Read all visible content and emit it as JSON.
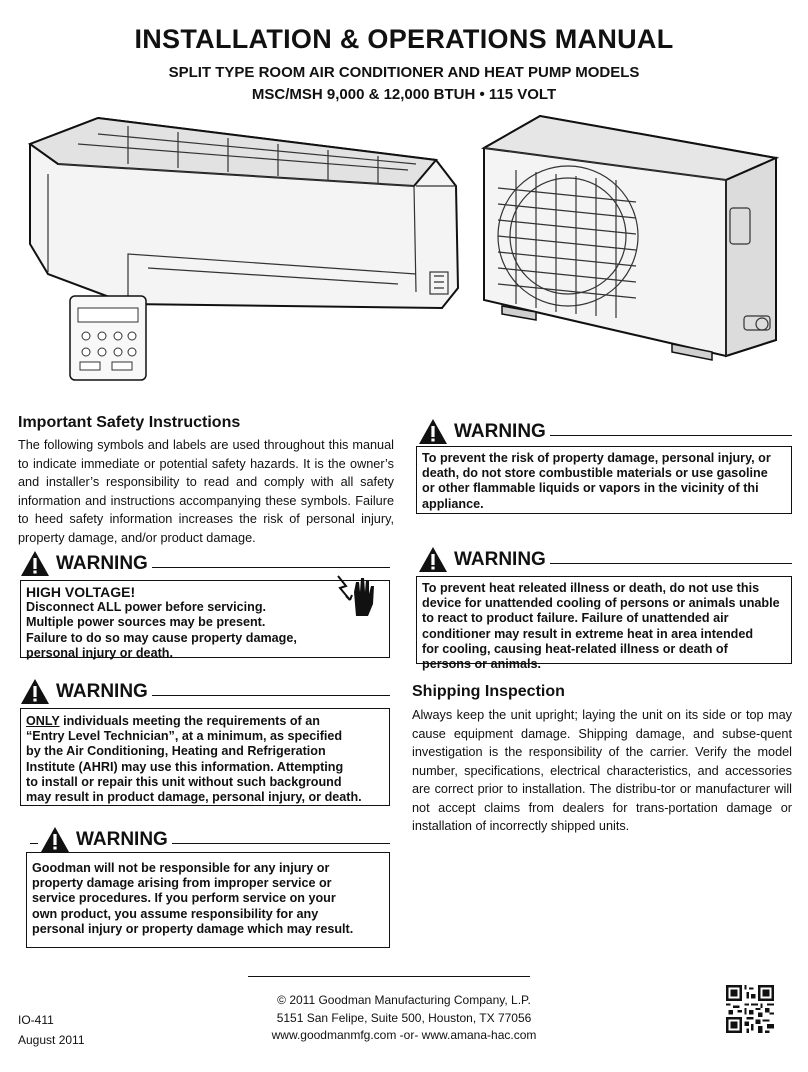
{
  "header": {
    "title": "INSTALLATION & OPERATIONS MANUAL",
    "subtitle_line1": "SPLIT TYPE ROOM AIR CONDITIONER AND HEAT PUMP MODELS",
    "subtitle_line2": "MSC/MSH 9,000 & 12,000 BTUH • 115 VOLT"
  },
  "safety": {
    "heading": "Important Safety Instructions",
    "body": "The following symbols and labels are used throughout this manual to indicate immediate or potential safety hazards.  It is the owner’s and installer’s responsibility to read and comply with all safety information and instructions accompanying these symbols.  Failure to heed safety information increases the risk of personal injury, property damage, and/or product damage."
  },
  "warnings": {
    "label": "WARNING",
    "high_voltage": {
      "line1": "HIGH VOLTAGE!",
      "line2": "Disconnect ALL power before servicing.",
      "line3": "Multiple power sources may be present.",
      "line4": "Failure to do so may cause property damage,",
      "line5": "personal injury or death."
    },
    "technician": {
      "only": "ONLY",
      "line1": " individuals meeting the requirements of an",
      "line2": "“Entry Level Technician”, at a minimum, as specified",
      "line3": "by the Air Conditioning, Heating and Refrigeration",
      "line4": "Institute (AHRI) may use this information.  Attempting",
      "line5": "to install or repair this unit without such background",
      "line6": "may result in product damage, personal injury, or death."
    },
    "goodman": {
      "line1": "Goodman will not be responsible for any injury or",
      "line2": "property damage arising from improper service or",
      "line3": "service procedures. If you perform service on your",
      "line4": "own product, you assume responsibility for any",
      "line5": "personal injury or property damage which may result."
    },
    "fire": {
      "line1": "To prevent the risk of property damage, personal injury, or",
      "line2": "death, do not store combustible materials or use gasoline",
      "line3": "or other flammable liquids or vapors in the vicinity of thi",
      "line4": " appliance."
    },
    "heat": {
      "line1": "To prevent heat releated illness or death, do not use this",
      "line2": "device for unattended cooling of persons or animals unable",
      "line3": "to react to product failure. Failure of unattended air",
      "line4": "conditioner may result in extreme heat in area intended",
      "line5": "for cooling, causing heat-related illness or death of",
      "line6": "persons or animals."
    }
  },
  "shipping": {
    "heading": "Shipping Inspection",
    "body": "Always keep the unit upright; laying the unit on its side or top may cause equipment damage. Shipping damage, and subse-quent investigation is the responsibility of the carrier.  Verify the model number, specifications, electrical characteristics, and accessories are correct prior to installation. The distribu-tor or manufacturer will not accept claims from dealers for trans-portation damage or installation of incorrectly shipped units."
  },
  "footer": {
    "doc_id": "IO-411",
    "date": "August 2011",
    "copyright": "© 2011 Goodman Manufacturing Company, L.P.",
    "address": "5151 San Felipe, Suite 500, Houston, TX 77056",
    "websites": "www.goodmanmfg.com -or- www.amana-hac.com"
  }
}
